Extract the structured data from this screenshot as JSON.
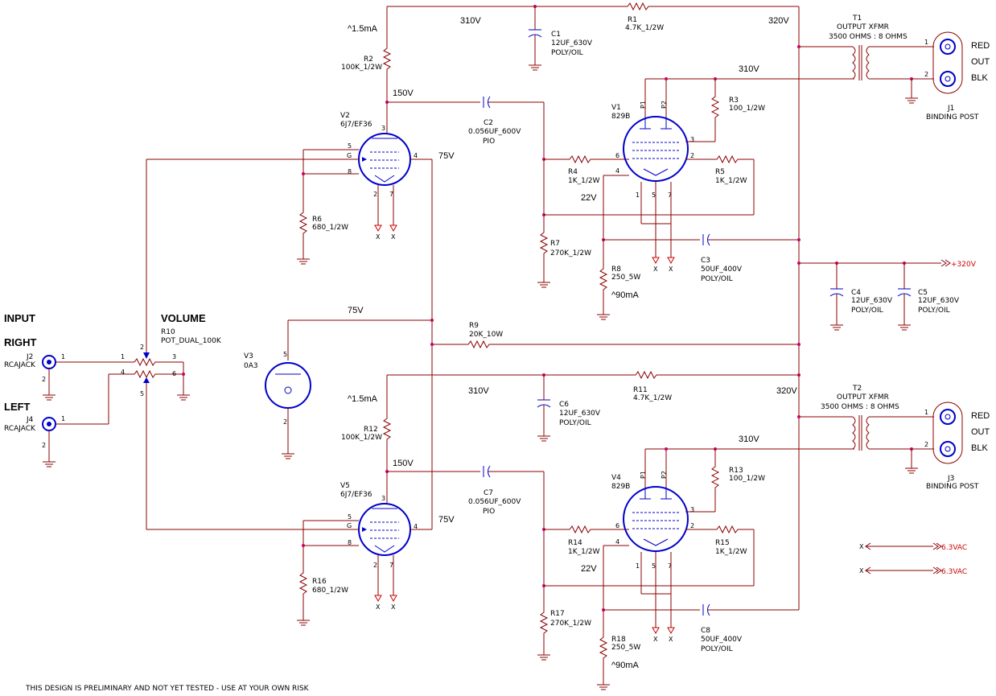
{
  "section_labels": {
    "input": "INPUT",
    "right": "RIGHT",
    "left": "LEFT",
    "volume": "VOLUME"
  },
  "voltages": {
    "v310_top": "310V",
    "v320_top": "320V",
    "i15_top": "^1.5mA",
    "v150_top": "150V",
    "v75_top": "75V",
    "v310_v1": "310V",
    "v22_top": "22V",
    "i90_top": "^90mA",
    "v75_mid": "75V",
    "v310_bot": "310V",
    "v320_bot": "320V",
    "i15_bot": "^1.5mA",
    "v150_bot": "150V",
    "v75_bot": "75V",
    "v310_v4": "310V",
    "v22_bot": "22V",
    "i90_bot": "^90mA"
  },
  "components": {
    "R1": {
      "ref": "R1",
      "value": "4.7K_1/2W"
    },
    "R2": {
      "ref": "R2",
      "value": "100K_1/2W"
    },
    "R3": {
      "ref": "R3",
      "value": "100_1/2W"
    },
    "R4": {
      "ref": "R4",
      "value": "1K_1/2W"
    },
    "R5": {
      "ref": "R5",
      "value": "1K_1/2W"
    },
    "R6": {
      "ref": "R6",
      "value": "680_1/2W"
    },
    "R7": {
      "ref": "R7",
      "value": "270K_1/2W"
    },
    "R8": {
      "ref": "R8",
      "value": "250_5W"
    },
    "R9": {
      "ref": "R9",
      "value": "20K_10W"
    },
    "R10": {
      "ref": "R10",
      "value": "POT_DUAL_100K"
    },
    "R11": {
      "ref": "R11",
      "value": "4.7K_1/2W"
    },
    "R12": {
      "ref": "R12",
      "value": "100K_1/2W"
    },
    "R13": {
      "ref": "R13",
      "value": "100_1/2W"
    },
    "R14": {
      "ref": "R14",
      "value": "1K_1/2W"
    },
    "R15": {
      "ref": "R15",
      "value": "1K_1/2W"
    },
    "R16": {
      "ref": "R16",
      "value": "680_1/2W"
    },
    "R17": {
      "ref": "R17",
      "value": "270K_1/2W"
    },
    "R18": {
      "ref": "R18",
      "value": "250_5W"
    },
    "C1": {
      "ref": "C1",
      "value": "12UF_630V",
      "type": "POLY/OIL"
    },
    "C2": {
      "ref": "C2",
      "value": "0.056UF_600V",
      "type": "PIO"
    },
    "C3": {
      "ref": "C3",
      "value": "50UF_400V",
      "type": "POLY/OIL"
    },
    "C4": {
      "ref": "C4",
      "value": "12UF_630V",
      "type": "POLY/OIL"
    },
    "C5": {
      "ref": "C5",
      "value": "12UF_630V",
      "type": "POLY/OIL"
    },
    "C6": {
      "ref": "C6",
      "value": "12UF_630V",
      "type": "POLY/OIL"
    },
    "C7": {
      "ref": "C7",
      "value": "0.056UF_600V",
      "type": "PIO"
    },
    "C8": {
      "ref": "C8",
      "value": "50UF_400V",
      "type": "POLY/OIL"
    },
    "V1": {
      "ref": "V1",
      "value": "829B"
    },
    "V2": {
      "ref": "V2",
      "value": "6J7/EF36"
    },
    "V3": {
      "ref": "V3",
      "value": "0A3"
    },
    "V4": {
      "ref": "V4",
      "value": "829B"
    },
    "V5": {
      "ref": "V5",
      "value": "6J7/EF36"
    },
    "T1": {
      "ref": "T1",
      "value": "OUTPUT XFMR",
      "spec": "3500 OHMS : 8 OHMS"
    },
    "T2": {
      "ref": "T2",
      "value": "OUTPUT XFMR",
      "spec": "3500 OHMS : 8 OHMS"
    },
    "J1": {
      "ref": "J1",
      "value": "BINDING POST"
    },
    "J2": {
      "ref": "J2",
      "value": "RCAJACK"
    },
    "J3": {
      "ref": "J3",
      "value": "BINDING POST"
    },
    "J4": {
      "ref": "J4",
      "value": "RCAJACK"
    }
  },
  "output_labels": {
    "red": "RED",
    "out": "OUT",
    "blk": "BLK"
  },
  "pins": {
    "p1": "1",
    "p2": "2",
    "p3": "3",
    "p4": "4",
    "p5": "5",
    "p6": "6",
    "p7": "7",
    "p8": "8",
    "g": "G",
    "P1": "P1",
    "P2": "P2",
    "x": "X"
  },
  "ports": {
    "b320": "+320V",
    "heater": "6.3VAC"
  },
  "footer": "THIS DESIGN IS PRELIMINARY AND NOT YET TESTED - USE AT YOUR OWN RISK"
}
